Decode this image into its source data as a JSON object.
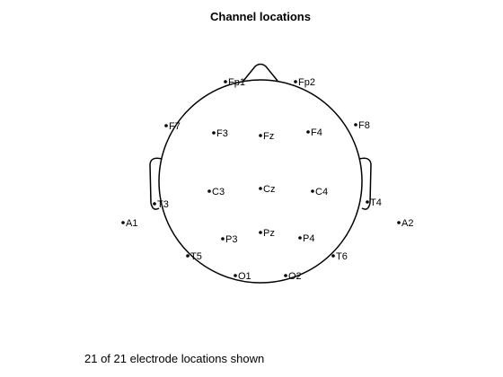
{
  "title": "Channel locations",
  "status_text": "21 of 21 electrode locations shown",
  "electrodes": [
    {
      "name": "Fp1"
    },
    {
      "name": "Fp2"
    },
    {
      "name": "F7"
    },
    {
      "name": "F3"
    },
    {
      "name": "Fz"
    },
    {
      "name": "F4"
    },
    {
      "name": "F8"
    },
    {
      "name": "A1"
    },
    {
      "name": "T3"
    },
    {
      "name": "C3"
    },
    {
      "name": "Cz"
    },
    {
      "name": "C4"
    },
    {
      "name": "T4"
    },
    {
      "name": "A2"
    },
    {
      "name": "T5"
    },
    {
      "name": "P3"
    },
    {
      "name": "Pz"
    },
    {
      "name": "P4"
    },
    {
      "name": "T6"
    },
    {
      "name": "O1"
    },
    {
      "name": "O2"
    }
  ]
}
